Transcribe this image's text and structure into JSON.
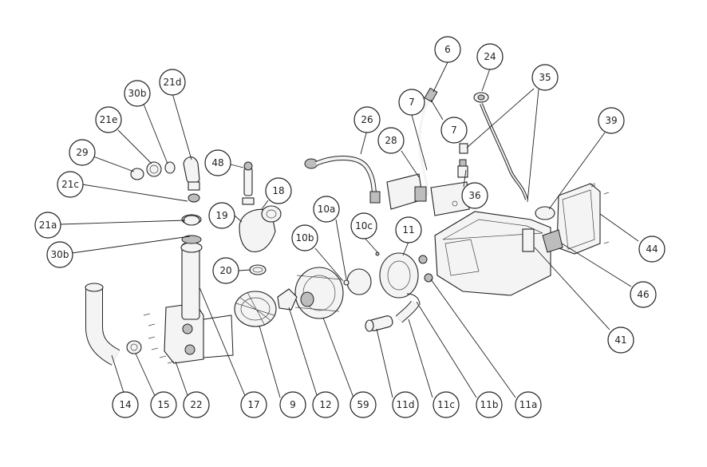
{
  "diagram": {
    "callouts": [
      "6",
      "24",
      "35",
      "7",
      "7",
      "39",
      "26",
      "28",
      "36",
      "30b",
      "21d",
      "21e",
      "29",
      "48",
      "18",
      "21c",
      "19",
      "10a",
      "10c",
      "11",
      "21a",
      "30b",
      "10b",
      "20",
      "44",
      "46",
      "41",
      "14",
      "15",
      "22",
      "17",
      "9",
      "12",
      "59",
      "11d",
      "11c",
      "11b",
      "11a"
    ]
  }
}
